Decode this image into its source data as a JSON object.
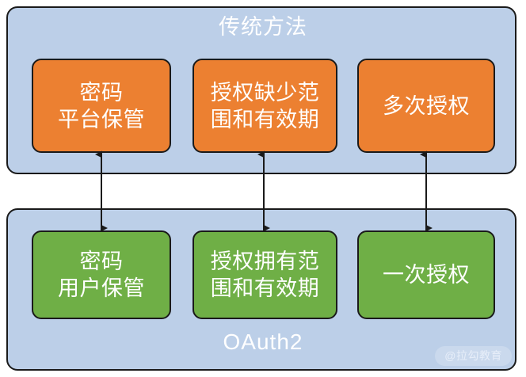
{
  "diagram": {
    "colors": {
      "group_fill": "#bccfe8",
      "group_border": "#1a1a1a",
      "traditional_box_fill": "#ec8031",
      "oauth2_box_fill": "#6faf46",
      "box_text": "#ffffff",
      "arrow": "#1a1a1a",
      "background": "#ffffff"
    },
    "groups": [
      {
        "id": "traditional",
        "title": "传统方法",
        "title_position": "top",
        "boxes": [
          {
            "id": "password-platform",
            "label_lines": [
              "密码",
              "平台保管"
            ]
          },
          {
            "id": "scope-missing",
            "label_lines": [
              "授权缺少范",
              "围和有效期"
            ]
          },
          {
            "id": "multi-auth",
            "label_lines": [
              "多次授权"
            ]
          }
        ]
      },
      {
        "id": "oauth2",
        "title": "OAuth2",
        "title_position": "bottom",
        "boxes": [
          {
            "id": "password-user",
            "label_lines": [
              "密码",
              "用户保管"
            ]
          },
          {
            "id": "scope-present",
            "label_lines": [
              "授权拥有范",
              "围和有效期"
            ]
          },
          {
            "id": "single-auth",
            "label_lines": [
              "一次授权"
            ]
          }
        ]
      }
    ],
    "connectors": [
      {
        "id": "connector-password",
        "from": "password-platform",
        "to": "password-user",
        "style": "double-arrow"
      },
      {
        "id": "connector-scope",
        "from": "scope-missing",
        "to": "scope-present",
        "style": "double-arrow"
      },
      {
        "id": "connector-frequency",
        "from": "multi-auth",
        "to": "single-auth",
        "style": "double-arrow"
      }
    ]
  },
  "watermark": {
    "text": "@拉勾教育"
  }
}
